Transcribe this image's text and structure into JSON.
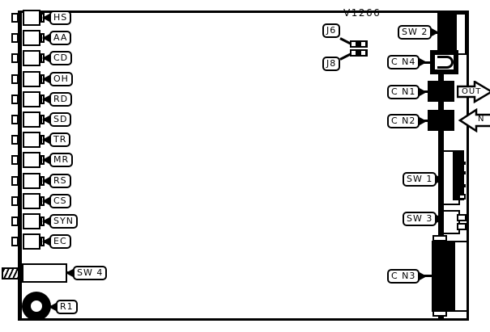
{
  "board": {
    "title": "V1266",
    "outline_color": "#000000",
    "background": "#ffffff"
  },
  "leds": [
    {
      "label": "HS"
    },
    {
      "label": "AA"
    },
    {
      "label": "CD"
    },
    {
      "label": "OH"
    },
    {
      "label": "RD"
    },
    {
      "label": "SD"
    },
    {
      "label": "TR"
    },
    {
      "label": "MR"
    },
    {
      "label": "RS"
    },
    {
      "label": "CS"
    },
    {
      "label": "SYN"
    },
    {
      "label": "EC"
    }
  ],
  "callouts": {
    "sw4": "SW 4",
    "r1": "R1",
    "j6": "J6",
    "j8": "J8",
    "sw2": "SW 2",
    "cn4": "C N4",
    "cn1": "C N1",
    "cn2": "C N2",
    "sw1": "SW 1",
    "sw3": "SW 3",
    "cn3": "C N3"
  },
  "direction_arrows": {
    "out": "OUT",
    "in": "N"
  },
  "icons": {
    "led": "led-indicator-icon",
    "jumper": "jumper-block-icon",
    "pointer": "callout-pointer-icon",
    "hatch": "edge-hatch-icon",
    "pot": "potentiometer-knob-icon",
    "arrow_out": "arrow-right-icon",
    "arrow_in": "arrow-left-icon"
  }
}
